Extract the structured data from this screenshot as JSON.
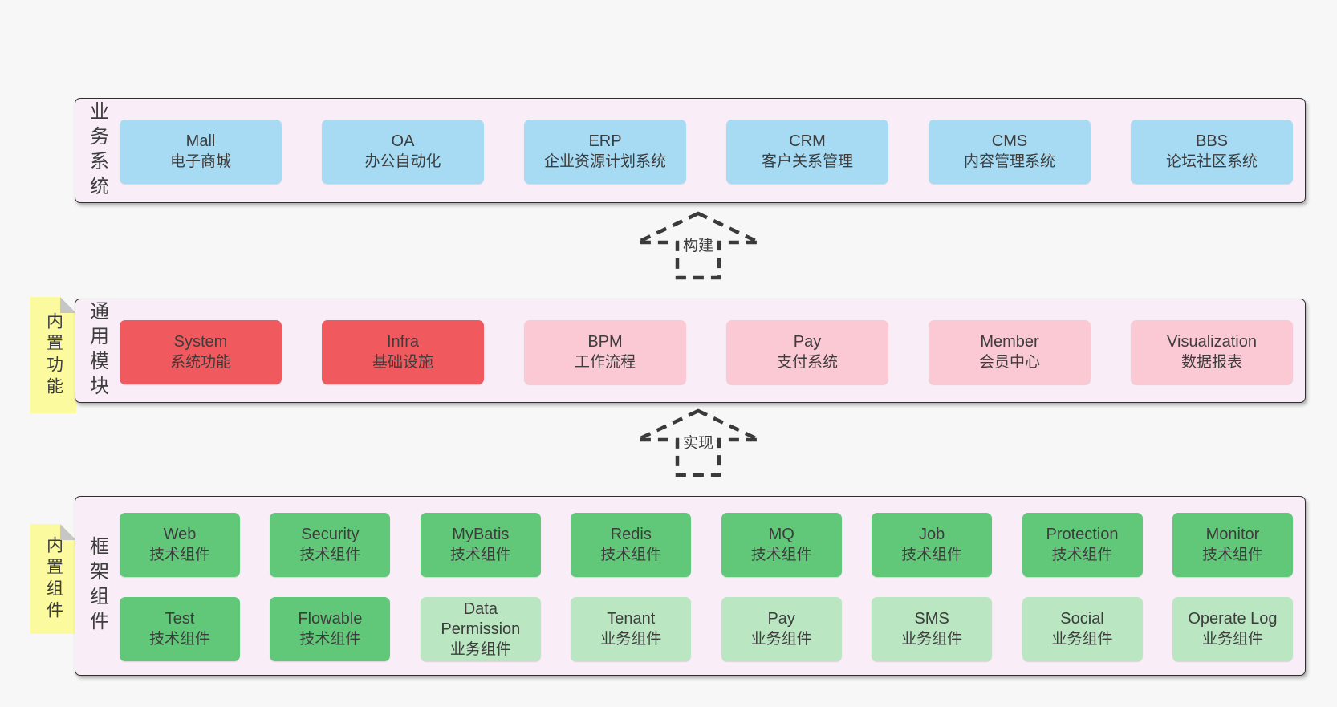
{
  "palette": {
    "page_bg": "#f7f7f7",
    "panel_bg": "#f9eef8",
    "panel_border": "#2f2f2f",
    "text": "#3d3d3d",
    "blue": "#a7dbf4",
    "red": "#f0595d",
    "pink": "#fbc9d4",
    "green": "#60c878",
    "green_light": "#bae6c1",
    "yellow": "#fbfa9e",
    "fold_gray": "#c6c6c6"
  },
  "panels": [
    {
      "side_label": "业务系统",
      "boxes": [
        {
          "name": "Mall",
          "desc": "电子商城",
          "color": "blue"
        },
        {
          "name": "OA",
          "desc": "办公自动化",
          "color": "blue"
        },
        {
          "name": "ERP",
          "desc": "企业资源计划系统",
          "color": "blue"
        },
        {
          "name": "CRM",
          "desc": "客户关系管理",
          "color": "blue"
        },
        {
          "name": "CMS",
          "desc": "内容管理系统",
          "color": "blue"
        },
        {
          "name": "BBS",
          "desc": "论坛社区系统",
          "color": "blue"
        }
      ]
    },
    {
      "side_label": "通用模块",
      "sticky": "内置功能",
      "boxes": [
        {
          "name": "System",
          "desc": "系统功能",
          "color": "red"
        },
        {
          "name": "Infra",
          "desc": "基础设施",
          "color": "red"
        },
        {
          "name": "BPM",
          "desc": "工作流程",
          "color": "pink"
        },
        {
          "name": "Pay",
          "desc": "支付系统",
          "color": "pink"
        },
        {
          "name": "Member",
          "desc": "会员中心",
          "color": "pink"
        },
        {
          "name": "Visualization",
          "desc": "数据报表",
          "color": "pink"
        }
      ]
    },
    {
      "side_label": "框架组件",
      "sticky": "内置组件",
      "rows": [
        [
          {
            "name": "Web",
            "desc": "技术组件",
            "color": "green"
          },
          {
            "name": "Security",
            "desc": "技术组件",
            "color": "green"
          },
          {
            "name": "MyBatis",
            "desc": "技术组件",
            "color": "green"
          },
          {
            "name": "Redis",
            "desc": "技术组件",
            "color": "green"
          },
          {
            "name": "MQ",
            "desc": "技术组件",
            "color": "green"
          },
          {
            "name": "Job",
            "desc": "技术组件",
            "color": "green"
          },
          {
            "name": "Protection",
            "desc": "技术组件",
            "color": "green"
          },
          {
            "name": "Monitor",
            "desc": "技术组件",
            "color": "green"
          }
        ],
        [
          {
            "name": "Test",
            "desc": "技术组件",
            "color": "green"
          },
          {
            "name": "Flowable",
            "desc": "技术组件",
            "color": "green"
          },
          {
            "name": "Data Permission",
            "desc": "业务组件",
            "color": "green_light"
          },
          {
            "name": "Tenant",
            "desc": "业务组件",
            "color": "green_light"
          },
          {
            "name": "Pay",
            "desc": "业务组件",
            "color": "green_light"
          },
          {
            "name": "SMS",
            "desc": "业务组件",
            "color": "green_light"
          },
          {
            "name": "Social",
            "desc": "业务组件",
            "color": "green_light"
          },
          {
            "name": "Operate Log",
            "desc": "业务组件",
            "color": "green_light"
          }
        ]
      ]
    }
  ],
  "arrows": [
    {
      "label": "构建"
    },
    {
      "label": "实现"
    }
  ]
}
